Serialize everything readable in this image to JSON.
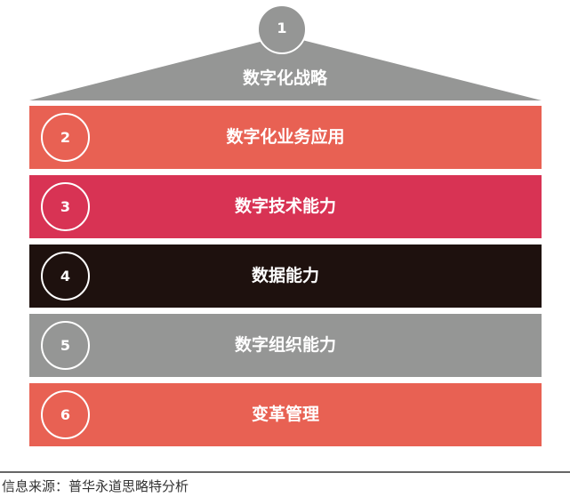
{
  "roof": {
    "number": "1",
    "title": "数字化战略",
    "color": "#959695"
  },
  "bands": [
    {
      "number": "2",
      "label": "数字化业务应用",
      "color": "#e86153"
    },
    {
      "number": "3",
      "label": "数字技术能力",
      "color": "#d83354"
    },
    {
      "number": "4",
      "label": "数据能力",
      "color": "#1e110e"
    },
    {
      "number": "5",
      "label": "数字组织能力",
      "color": "#959695"
    },
    {
      "number": "6",
      "label": "变革管理",
      "color": "#e86153"
    }
  ],
  "footer": {
    "source": "信息来源：普华永道思略特分析"
  }
}
